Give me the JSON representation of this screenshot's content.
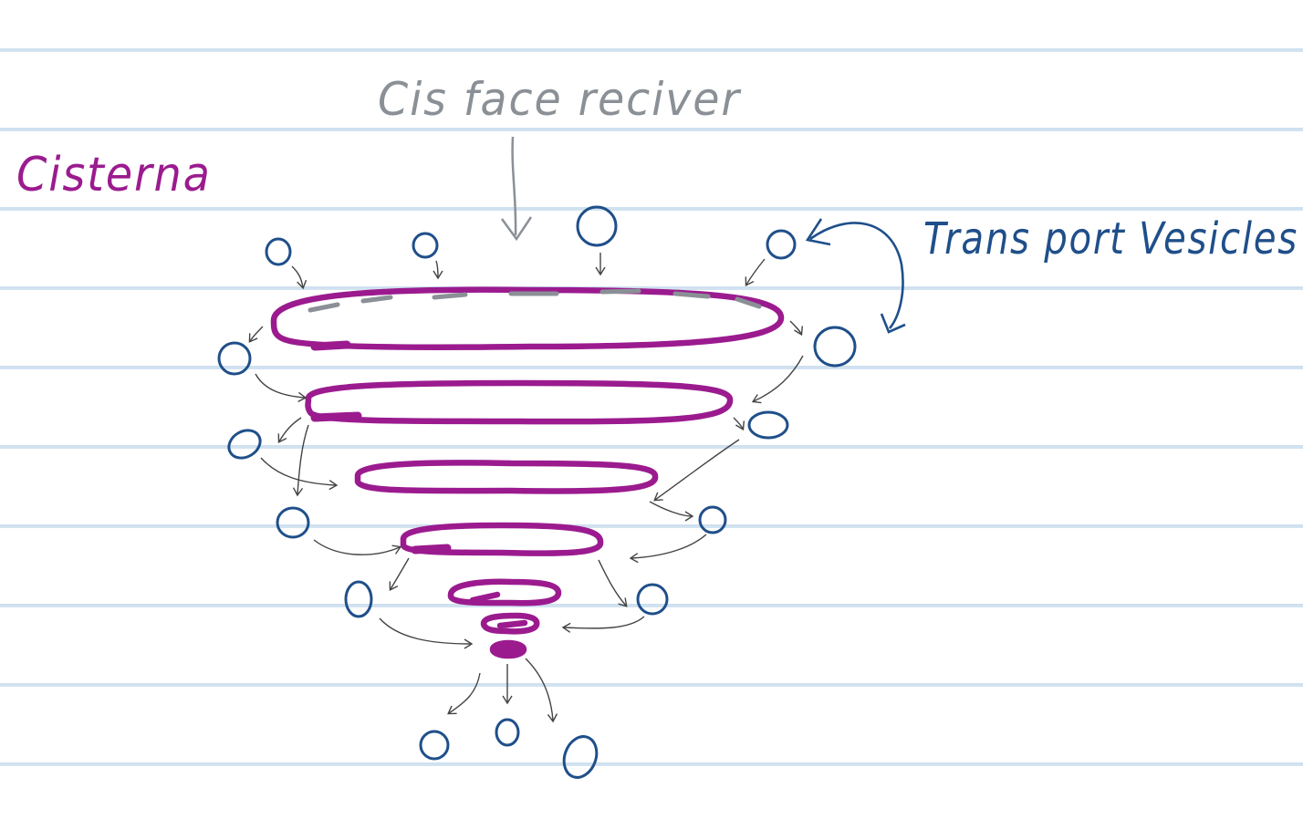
{
  "labels": {
    "cisterna": "Cisterna",
    "cis_face": "Cis face reciver",
    "transport_vesicles": "Trans port Vesicles"
  },
  "colors": {
    "cisterna": "#9b1b8f",
    "vesicle": "#1f4f8a",
    "cis_face": "#8a9096",
    "arrow": "#444444",
    "ruled_line": "#d2e3f1"
  }
}
